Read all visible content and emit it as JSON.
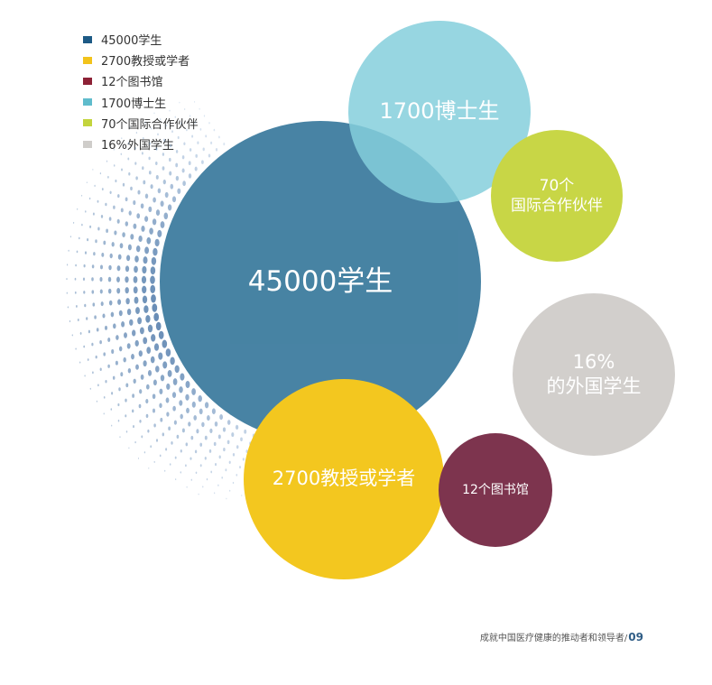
{
  "legend": [
    {
      "label": "45000学生",
      "color": "#1d5a85"
    },
    {
      "label": "2700教授或学者",
      "color": "#f2c31b"
    },
    {
      "label": "12个图书馆",
      "color": "#8d2236"
    },
    {
      "label": "1700博士生",
      "color": "#5fbccc"
    },
    {
      "label": "70个国际合作伙伴",
      "color": "#c3d43d"
    },
    {
      "label": "16%外国学生",
      "color": "#cfcdca"
    }
  ],
  "bubbles": [
    {
      "id": "students",
      "lines": [
        "45000学生"
      ],
      "color": "#3a7a9d",
      "opacity": 0.93
    },
    {
      "id": "phd",
      "lines": [
        "1700博士生"
      ],
      "color": "#85cfdc",
      "opacity": 0.85
    },
    {
      "id": "partners",
      "lines": [
        "70个",
        "国际合作伙伴"
      ],
      "color": "#c8d646",
      "opacity": 1
    },
    {
      "id": "foreign",
      "lines": [
        "16%",
        "的外国学生"
      ],
      "color": "#d2cfcc",
      "opacity": 1
    },
    {
      "id": "professors",
      "lines": [
        "2700教授或学者"
      ],
      "color": "#f3c71f",
      "opacity": 1
    },
    {
      "id": "libraries",
      "lines": [
        "12个图书馆"
      ],
      "color": "#7d344e",
      "opacity": 1
    }
  ],
  "footer": {
    "text": "成就中国医疗健康的推动者和领导者/",
    "page": "09"
  }
}
